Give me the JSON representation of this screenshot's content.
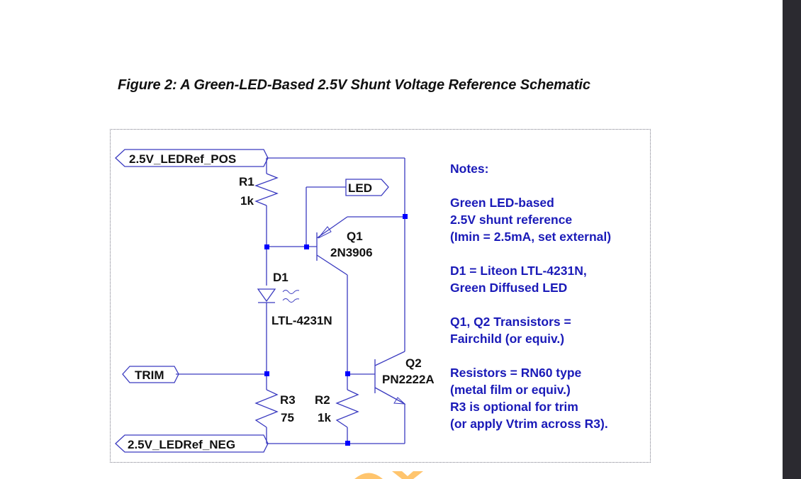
{
  "figure": {
    "title": "Figure 2: A Green-LED-Based 2.5V Shunt Voltage Reference Schematic"
  },
  "schematic": {
    "ports": {
      "pos": "2.5V_LEDRef_POS",
      "neg": "2.5V_LEDRef_NEG",
      "trim": "TRIM",
      "led": "LED"
    },
    "components": {
      "r1": {
        "ref": "R1",
        "value": "1k"
      },
      "r2": {
        "ref": "R2",
        "value": "1k"
      },
      "r3": {
        "ref": "R3",
        "value": "75"
      },
      "d1": {
        "ref": "D1",
        "value": "LTL-4231N"
      },
      "q1": {
        "ref": "Q1",
        "value": "2N3906"
      },
      "q2": {
        "ref": "Q2",
        "value": "PN2222A"
      }
    },
    "wire_color": "#3a3ac0",
    "junction_color": "#0000ff"
  },
  "notes": {
    "heading": "Notes:",
    "blocks": [
      [
        "Green LED-based",
        "2.5V shunt reference",
        "(Imin = 2.5mA, set external)"
      ],
      [
        "D1 = Liteon LTL-4231N,",
        "Green Diffused LED"
      ],
      [
        "Q1, Q2 Transistors =",
        "Fairchild (or equiv.)"
      ],
      [
        "Resistors = RN60 type",
        "(metal film or equiv.)",
        "R3 is optional for trim",
        "(or apply Vtrim across R3)."
      ]
    ],
    "color": "#1a1ab8"
  }
}
